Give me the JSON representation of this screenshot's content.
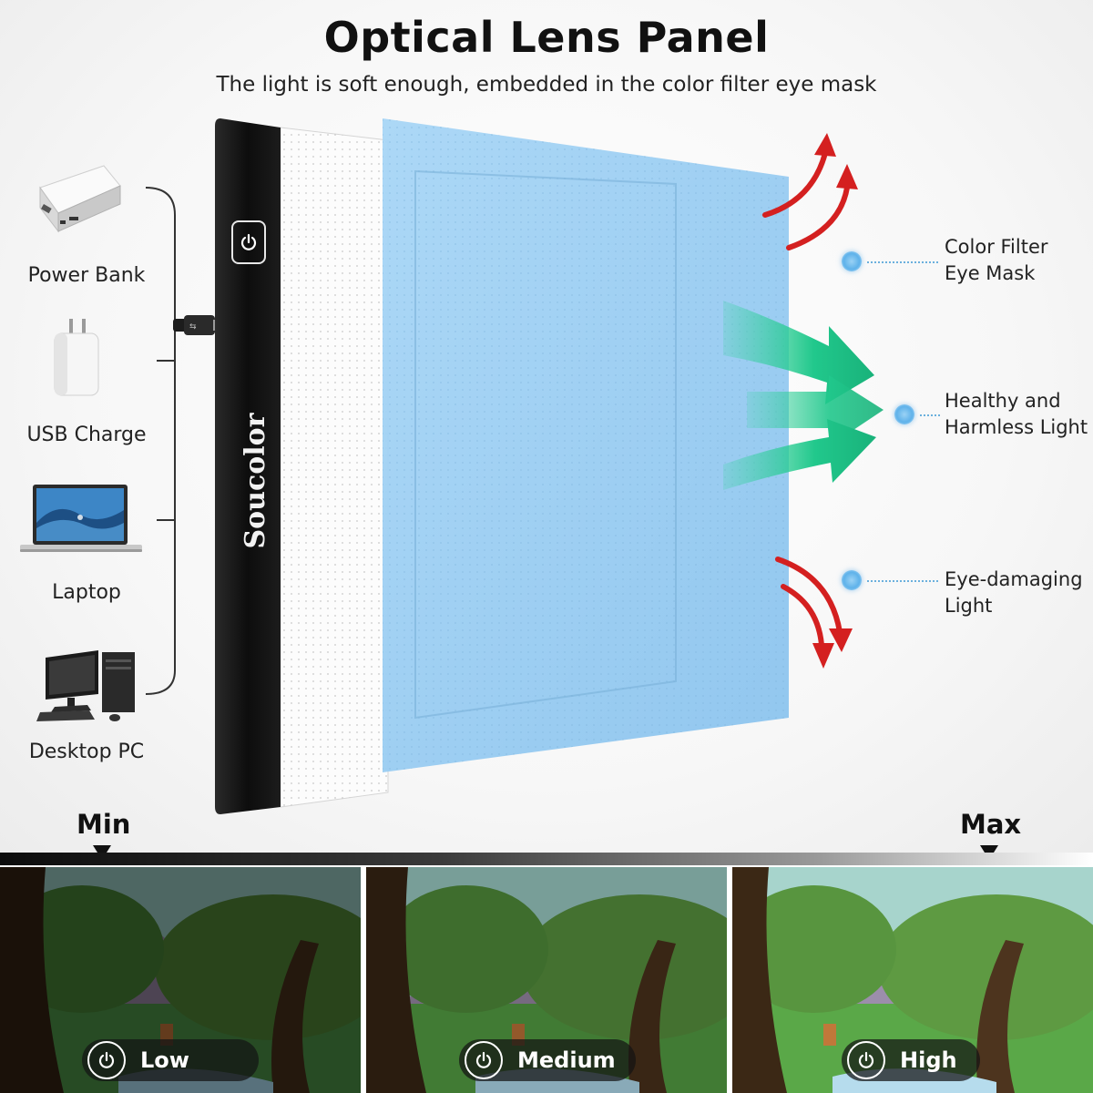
{
  "header": {
    "title": "Optical Lens Panel",
    "subtitle": "The light is soft enough, embedded in the color filter eye mask"
  },
  "devices": [
    {
      "label": "Power Bank",
      "icon": "power-bank-icon"
    },
    {
      "label": "USB Charge",
      "icon": "usb-charger-icon"
    },
    {
      "label": "Laptop",
      "icon": "laptop-icon"
    },
    {
      "label": "Desktop PC",
      "icon": "desktop-pc-icon"
    }
  ],
  "product": {
    "brand": "Soucolor",
    "button_icon": "power-icon"
  },
  "callouts": [
    {
      "line1": "Color Filter",
      "line2": "Eye Mask"
    },
    {
      "line1": "Healthy and",
      "line2": "Harmless Light"
    },
    {
      "line1": "Eye-damaging",
      "line2": "Light"
    }
  ],
  "brightness_scale": {
    "min_label": "Min",
    "max_label": "Max"
  },
  "levels": [
    {
      "label": "Low",
      "icon": "power-icon"
    },
    {
      "label": "Medium",
      "icon": "power-icon"
    },
    {
      "label": "High",
      "icon": "power-icon"
    }
  ],
  "colors": {
    "filter_blue": "#9fd0f3",
    "healthy_light": "#2fd39a",
    "harmful_light": "#e02020",
    "panel_dark": "#121212"
  }
}
